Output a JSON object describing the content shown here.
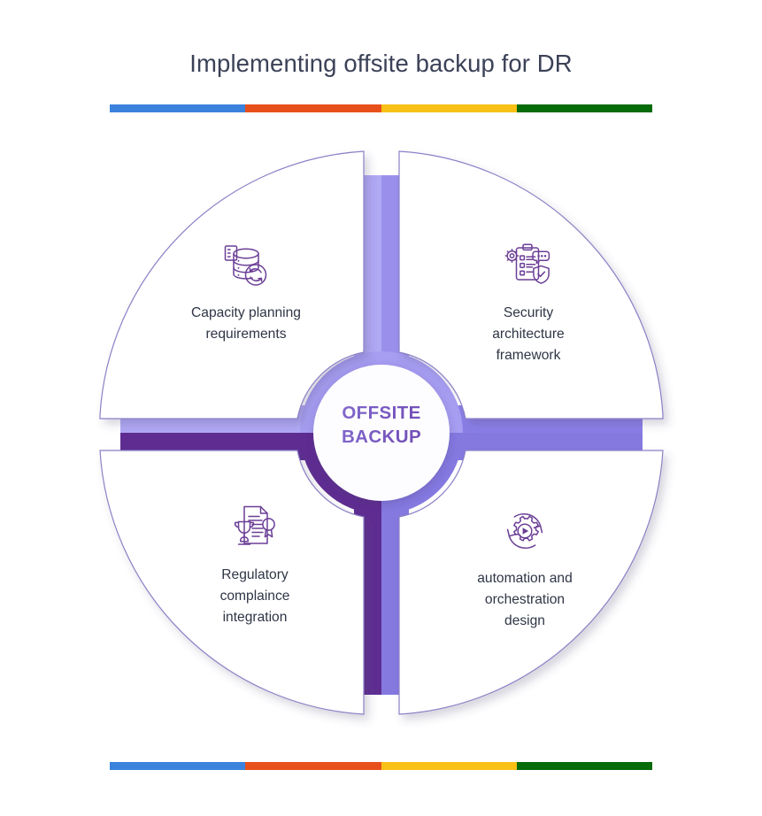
{
  "header": {
    "title": "Implementing offsite backup for DR"
  },
  "rule_bar": {
    "segments": [
      {
        "name": "blue",
        "color": "#3b82dc"
      },
      {
        "name": "orange",
        "color": "#e8501b"
      },
      {
        "name": "yellow",
        "color": "#f9c016"
      },
      {
        "name": "green",
        "color": "#066b09"
      }
    ]
  },
  "hub": {
    "line1": "OFFSITE",
    "line2": "BACKUP",
    "text_color": "#7349b8",
    "ring_light": "#9c91ec",
    "ring_dark": "#5f2d92"
  },
  "colors": {
    "title": "#3b4157",
    "label": "#2f3545",
    "icon_stroke": "#6b3f96",
    "panel_border": "#8b7fc4",
    "panel_fill": "#ffffff",
    "spoke_light": "#a7a0f0",
    "spoke_medium": "#7c6fdc",
    "spoke_dark": "#5f2d92",
    "background": "#ffffff"
  },
  "quadrants": [
    {
      "id": "top-left",
      "position": "top-left",
      "label": "Capacity planning requirements",
      "label_lines": [
        "Capacity planning",
        "requirements"
      ],
      "icon": "database-refresh-icon"
    },
    {
      "id": "top-right",
      "position": "top-right",
      "label": "Security architecture framework",
      "label_lines": [
        "Security",
        "architecture",
        "framework"
      ],
      "icon": "clipboard-shield-icon"
    },
    {
      "id": "bottom-left",
      "position": "bottom-left",
      "label": "Regulatory complaince integration",
      "label_lines": [
        "Regulatory",
        "complaince",
        "integration"
      ],
      "icon": "certificate-trophy-icon"
    },
    {
      "id": "bottom-right",
      "position": "bottom-right",
      "label": "automation and orchestration design",
      "label_lines": [
        "automation and",
        "orchestration",
        "design"
      ],
      "icon": "gear-play-cycle-icon"
    }
  ]
}
